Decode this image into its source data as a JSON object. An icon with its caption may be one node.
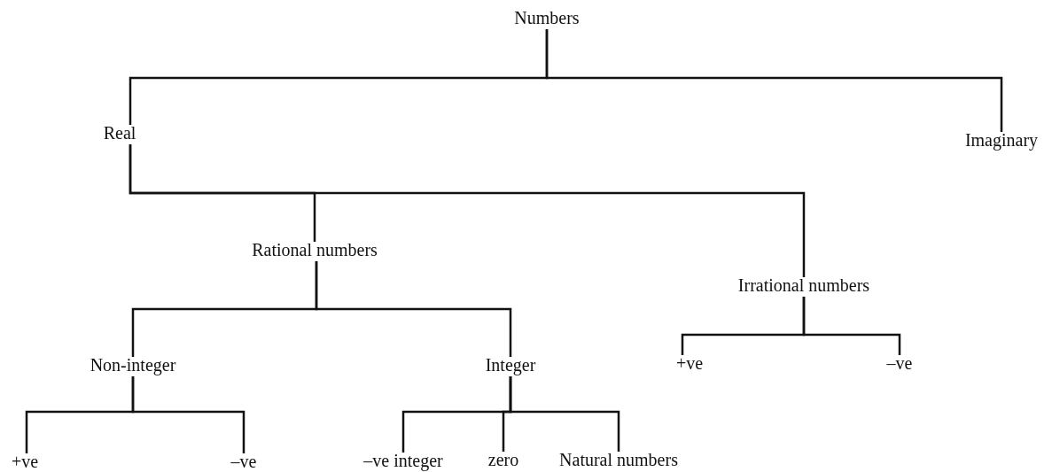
{
  "diagram": {
    "nodes": [
      {
        "text": [
          "Numbers"
        ]
      },
      {
        "text": [
          "Real"
        ]
      },
      {
        "text": [
          "Imaginary"
        ]
      },
      {
        "text": [
          "Rational numbers"
        ]
      },
      {
        "text": [
          "Irrational numbers"
        ]
      },
      {
        "text": [
          "Non-integer"
        ]
      },
      {
        "text": [
          "Integer"
        ]
      },
      {
        "text": [
          "+ve"
        ]
      },
      {
        "text": [
          "–ve"
        ]
      },
      {
        "text": [
          "+ve"
        ]
      },
      {
        "text": [
          "–ve"
        ]
      },
      {
        "text": [
          "–ve integer"
        ]
      },
      {
        "text": [
          "zero"
        ]
      },
      {
        "text": [
          "Natural numbers"
        ]
      }
    ],
    "edges": [
      {
        "from": 0,
        "to": 1,
        "arrow": "none"
      },
      {
        "from": 0,
        "to": 2,
        "arrow": "none"
      },
      {
        "from": 1,
        "to": 3,
        "arrow": "none"
      },
      {
        "from": 1,
        "to": 4,
        "arrow": "none"
      },
      {
        "from": 3,
        "to": 5,
        "arrow": "none"
      },
      {
        "from": 3,
        "to": 6,
        "arrow": "none"
      },
      {
        "from": 4,
        "to": 7,
        "arrow": "none"
      },
      {
        "from": 4,
        "to": 8,
        "arrow": "none"
      },
      {
        "from": 5,
        "to": 9,
        "arrow": "none"
      },
      {
        "from": 5,
        "to": 10,
        "arrow": "none"
      },
      {
        "from": 6,
        "to": 11,
        "arrow": "none"
      },
      {
        "from": 6,
        "to": 12,
        "arrow": "none"
      },
      {
        "from": 6,
        "to": 13,
        "arrow": "none"
      }
    ]
  }
}
